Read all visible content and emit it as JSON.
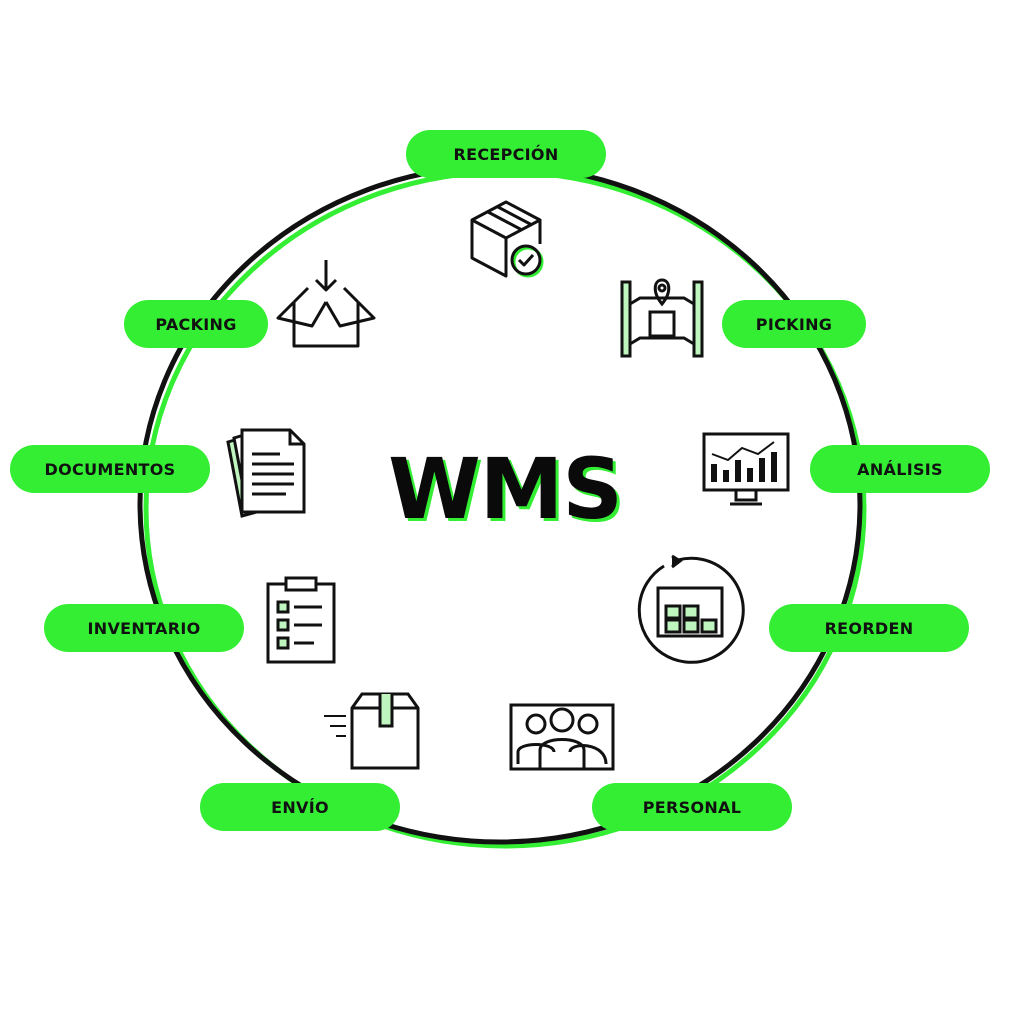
{
  "title": "WMS",
  "colors": {
    "accent": "#33ee33",
    "stroke": "#111111"
  },
  "nodes": [
    {
      "id": "recepcion",
      "label": "RECEPCIÓN",
      "icon": "box-check-icon"
    },
    {
      "id": "picking",
      "label": "PICKING",
      "icon": "shelf-location-icon"
    },
    {
      "id": "analisis",
      "label": "ANÁLISIS",
      "icon": "monitor-chart-icon"
    },
    {
      "id": "reorden",
      "label": "REORDEN",
      "icon": "warehouse-cycle-icon"
    },
    {
      "id": "personal",
      "label": "PERSONAL",
      "icon": "people-icon"
    },
    {
      "id": "envio",
      "label": "ENVÍO",
      "icon": "fast-box-icon"
    },
    {
      "id": "inventario",
      "label": "INVENTARIO",
      "icon": "clipboard-check-icon"
    },
    {
      "id": "documentos",
      "label": "DOCUMENTOS",
      "icon": "documents-icon"
    },
    {
      "id": "packing",
      "label": "PACKING",
      "icon": "open-box-icon"
    }
  ]
}
